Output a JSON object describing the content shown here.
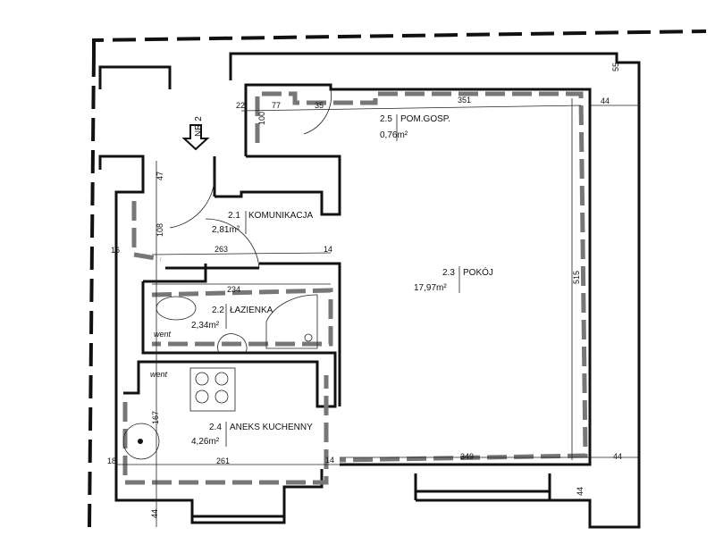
{
  "rooms": [
    {
      "number": "2.1",
      "name": "KOMUNIKACJA",
      "area": "2,81m²"
    },
    {
      "number": "2.2",
      "name": "ŁAZIENKA",
      "area": "2,34m²"
    },
    {
      "number": "2.3",
      "name": "POKÓJ",
      "area": "17,97m²"
    },
    {
      "number": "2.4",
      "name": "ANEKS KUCHENNY",
      "area": "4,26m²"
    },
    {
      "number": "2.5",
      "name": "POM.GOSP.",
      "area": "0,76m²"
    }
  ],
  "entrance_label": "NR 2",
  "vent_label": "went",
  "dimensions": {
    "d22": "22",
    "d77": "77",
    "d35": "35",
    "d100": "100",
    "d351": "351",
    "d55": "55",
    "d44a": "44",
    "d47": "47",
    "d108": "108",
    "d263": "263",
    "d14a": "14",
    "d16": "16",
    "d234": "234",
    "d515": "515",
    "d167": "167",
    "d18": "18",
    "d261": "261",
    "d14b": "14",
    "d349": "349",
    "d44b": "44",
    "d44c": "44",
    "d44d": "44"
  }
}
